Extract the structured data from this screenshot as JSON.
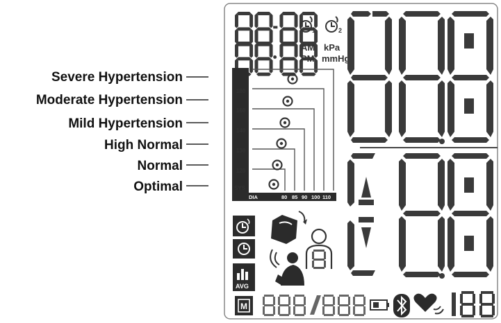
{
  "labels": {
    "categories": [
      "Severe Hypertension",
      "Moderate Hypertension",
      "Mild Hypertension",
      "High Normal",
      "Normal",
      "Optimal"
    ]
  },
  "display": {
    "am": "AM",
    "pm": "PM",
    "kpa": "kPa",
    "mmhg": "mmHg",
    "timer_1": "1",
    "timer_2": "2",
    "memory_icon_letter": "M",
    "avg": "AVG"
  },
  "scale": {
    "sys_label": "SYS",
    "dia_label": "DIA",
    "sys_ticks": [
      "180",
      "160",
      "140",
      "130",
      "120"
    ],
    "dia_ticks": [
      "80",
      "85",
      "90",
      "100",
      "110"
    ]
  },
  "colors": {
    "segment_on": "#3a3a3a",
    "bar_dark": "#2b2b2b",
    "frame": "#777777"
  }
}
